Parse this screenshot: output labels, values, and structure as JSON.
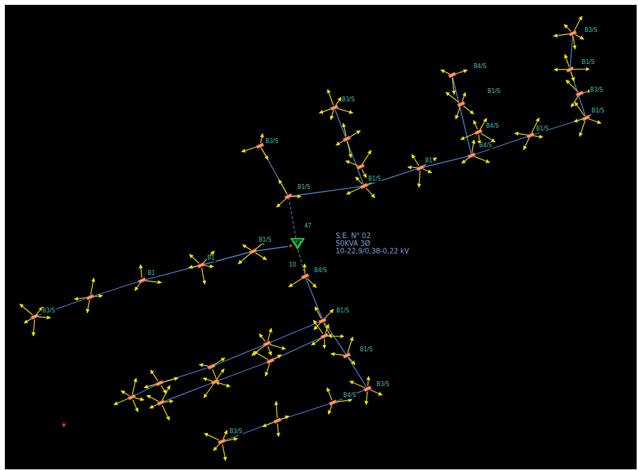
{
  "diagram": {
    "nodes": [
      {
        "text": [
          "S.E. N° 02",
          "50KVA 3Ø",
          "10-22,9/0,38-0,22 kV"
        ]
      }
    ],
    "labels": [
      "B3/S",
      "B1/S",
      "B1/S",
      "B1",
      "B4/S",
      "B1/S",
      "B1/S",
      "B3/S",
      "B1/S",
      "B3/S",
      "B4/S",
      "B1/S",
      "B4/S",
      "B3/S",
      "B1/S",
      "B1",
      "B1",
      "B3/S",
      "B4/S",
      "B1/S",
      "B1/S",
      "B3/S",
      "B4/S",
      "B3/S",
      "47",
      "10"
    ]
  }
}
